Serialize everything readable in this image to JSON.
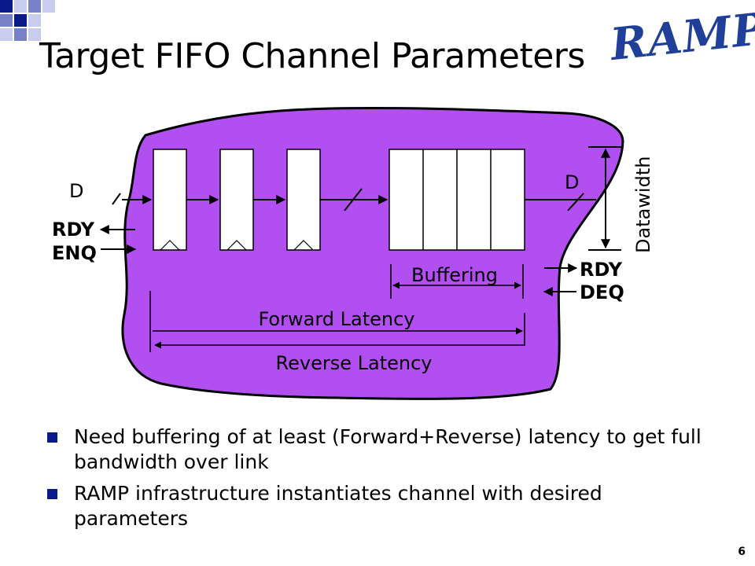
{
  "slide": {
    "title": "Target FIFO Channel Parameters",
    "logo_text": "RAMP",
    "page_number": "6"
  },
  "diagram": {
    "input_labels": {
      "d": "D",
      "rdy": "RDY",
      "enq": "ENQ"
    },
    "output_labels": {
      "d": "D",
      "rdy": "RDY",
      "deq": "DEQ"
    },
    "dimension_labels": {
      "datawidth": "Datawidth",
      "buffering": "Buffering",
      "forward_latency": "Forward Latency",
      "reverse_latency": "Reverse Latency"
    }
  },
  "bullets": [
    "Need buffering of at least (Forward+Reverse) latency to get full bandwidth over link",
    "RAMP infrastructure instantiates channel with desired parameters"
  ],
  "colors": {
    "blob": "#b24ff0",
    "accent": "#0a1a8c",
    "logo": "#1f3f99"
  }
}
